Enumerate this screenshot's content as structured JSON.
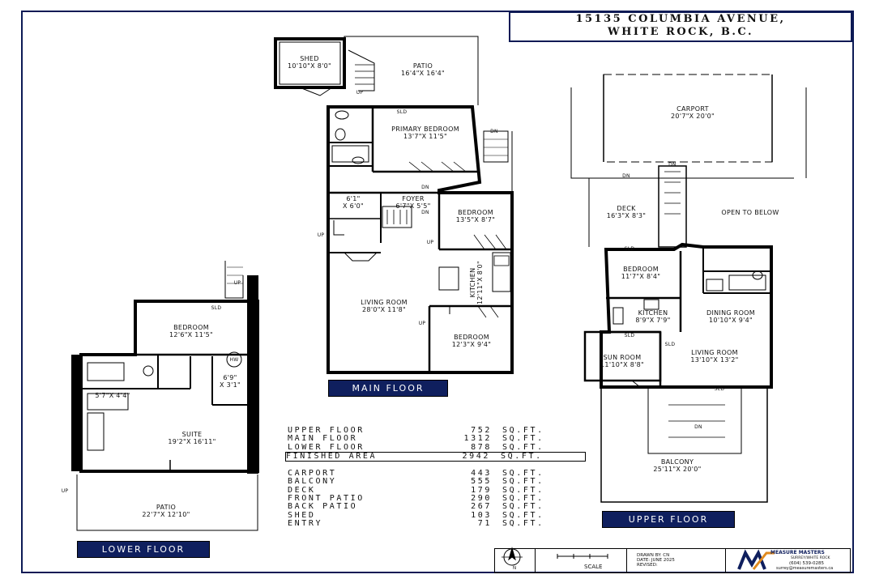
{
  "address": {
    "line1": "15135 COLUMBIA AVENUE,",
    "line2": "WHITE ROCK, B.C."
  },
  "floors": {
    "main": {
      "title": "MAIN FLOOR",
      "rooms": [
        {
          "name": "SHED",
          "dims": "10'10\"X 8'0\""
        },
        {
          "name": "PATIO",
          "dims": "16'4\"X 16'4\""
        },
        {
          "name": "PRIMARY BEDROOM",
          "dims": "13'7\"X 11'5\""
        },
        {
          "name": "FOYER",
          "dims": "6'7\"X 5'5\""
        },
        {
          "name": "6'1\"",
          "dims": "X 6'0\""
        },
        {
          "name": "BEDROOM",
          "dims": "13'5\"X 8'7\""
        },
        {
          "name": "LIVING ROOM",
          "dims": "28'0\"X 11'8\""
        },
        {
          "name": "KITCHEN",
          "dims": "12'11\"X 8'0\""
        },
        {
          "name": "BEDROOM",
          "dims": "12'3\"X 9'4\""
        }
      ]
    },
    "upper": {
      "title": "UPPER FLOOR",
      "rooms": [
        {
          "name": "CARPORT",
          "dims": "20'7\"X 20'0\""
        },
        {
          "name": "DECK",
          "dims": "16'3\"X 8'3\""
        },
        {
          "name": "OPEN TO BELOW",
          "dims": ""
        },
        {
          "name": "BEDROOM",
          "dims": "11'7\"X 8'4\""
        },
        {
          "name": "KITCHEN",
          "dims": "8'9\"X 7'9\""
        },
        {
          "name": "DINING ROOM",
          "dims": "10'10\"X 9'4\""
        },
        {
          "name": "SUN ROOM",
          "dims": "11'10\"X 8'8\""
        },
        {
          "name": "LIVING ROOM",
          "dims": "13'10\"X 13'2\""
        },
        {
          "name": "BALCONY",
          "dims": "25'11\"X 20'0\""
        }
      ]
    },
    "lower": {
      "title": "LOWER FLOOR",
      "rooms": [
        {
          "name": "BEDROOM",
          "dims": "12'6\"X 11'5\""
        },
        {
          "name": "6'9\"",
          "dims": "X 3'1\""
        },
        {
          "name": "5'7\"X 4'4\"",
          "dims": ""
        },
        {
          "name": "SUITE",
          "dims": "19'2\"X 16'11\""
        },
        {
          "name": "PATIO",
          "dims": "22'7\"X 12'10\""
        }
      ]
    }
  },
  "marks": {
    "up": "UP",
    "dn": "DN",
    "sld": "SLD",
    "hw": "HW"
  },
  "areas": [
    {
      "name": "UPPER FLOOR",
      "value": "752",
      "unit": "SQ.FT."
    },
    {
      "name": "MAIN FLOOR",
      "value": "1312",
      "unit": "SQ.FT."
    },
    {
      "name": "LOWER FLOOR",
      "value": "878",
      "unit": "SQ.FT."
    },
    {
      "name": "FINISHED AREA",
      "value": "2942",
      "unit": "SQ.FT."
    },
    {
      "name": "CARPORT",
      "value": "443",
      "unit": "SQ.FT."
    },
    {
      "name": "BALCONY",
      "value": "555",
      "unit": "SQ.FT."
    },
    {
      "name": "DECK",
      "value": "179",
      "unit": "SQ.FT."
    },
    {
      "name": "FRONT PATIO",
      "value": "290",
      "unit": "SQ.FT."
    },
    {
      "name": "BACK PATIO",
      "value": "267",
      "unit": "SQ.FT."
    },
    {
      "name": "SHED",
      "value": "103",
      "unit": "SQ.FT."
    },
    {
      "name": "ENTRY",
      "value": "71",
      "unit": "SQ.FT."
    }
  ],
  "footer": {
    "north": "N",
    "scale": "SCALE",
    "drawn_by": "DRAWN BY: CN",
    "date": "DATE: JUNE 2025",
    "revised": "REVISED:",
    "brand": "MEASURE MASTERS",
    "brand_sub": "SURREY/WHITE ROCK",
    "phone": "(604) 539-0285",
    "email": "surrey@measuremasters.ca"
  },
  "colors": {
    "navy": "#0f1f5e",
    "wall": "#0a0a0a",
    "brand_orange": "#e08a1e"
  }
}
